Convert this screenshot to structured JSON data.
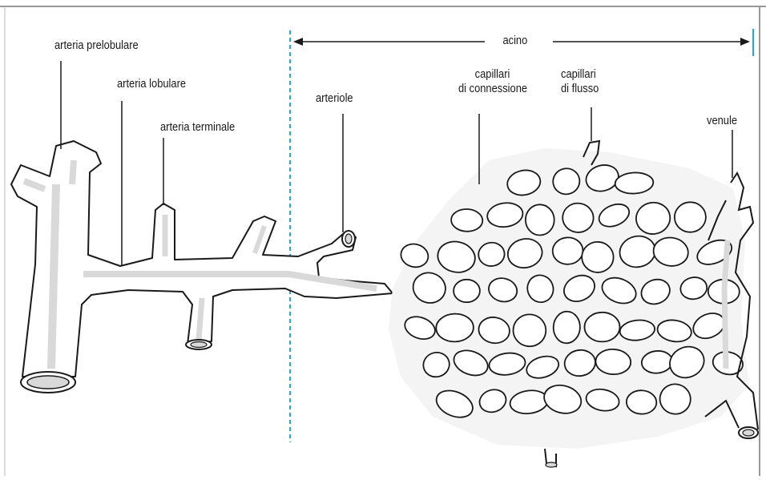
{
  "labels": {
    "arteria_prelobulare": "arteria prelobulare",
    "arteria_lobulare": "arteria lobulare",
    "arteria_terminale": "arteria terminale",
    "arteriole": "arteriole",
    "capillari_connessione_1": "capillari",
    "capillari_connessione_2": "di connessione",
    "capillari_flusso_1": "capillari",
    "capillari_flusso_2": "di flusso",
    "venule": "venule",
    "acino": "acino"
  },
  "colors": {
    "outline": "#1a1a1a",
    "vessel_fill": "#ffffff",
    "vessel_shade": "#d9d9d9",
    "dashed_line": "#2aa7d6",
    "frame": "#999999"
  }
}
